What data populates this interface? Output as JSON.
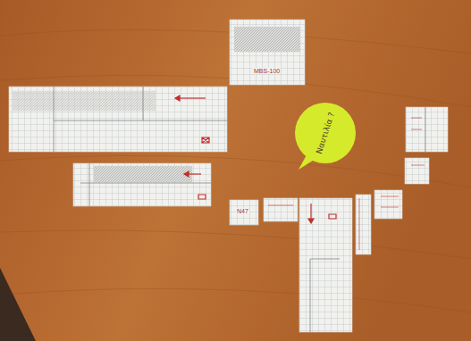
{
  "diagram": {
    "nodes": [
      {
        "text": [
          "Ναυτιλία ?"
        ]
      }
    ],
    "labels": [
      "MBS-100",
      "N47"
    ]
  }
}
